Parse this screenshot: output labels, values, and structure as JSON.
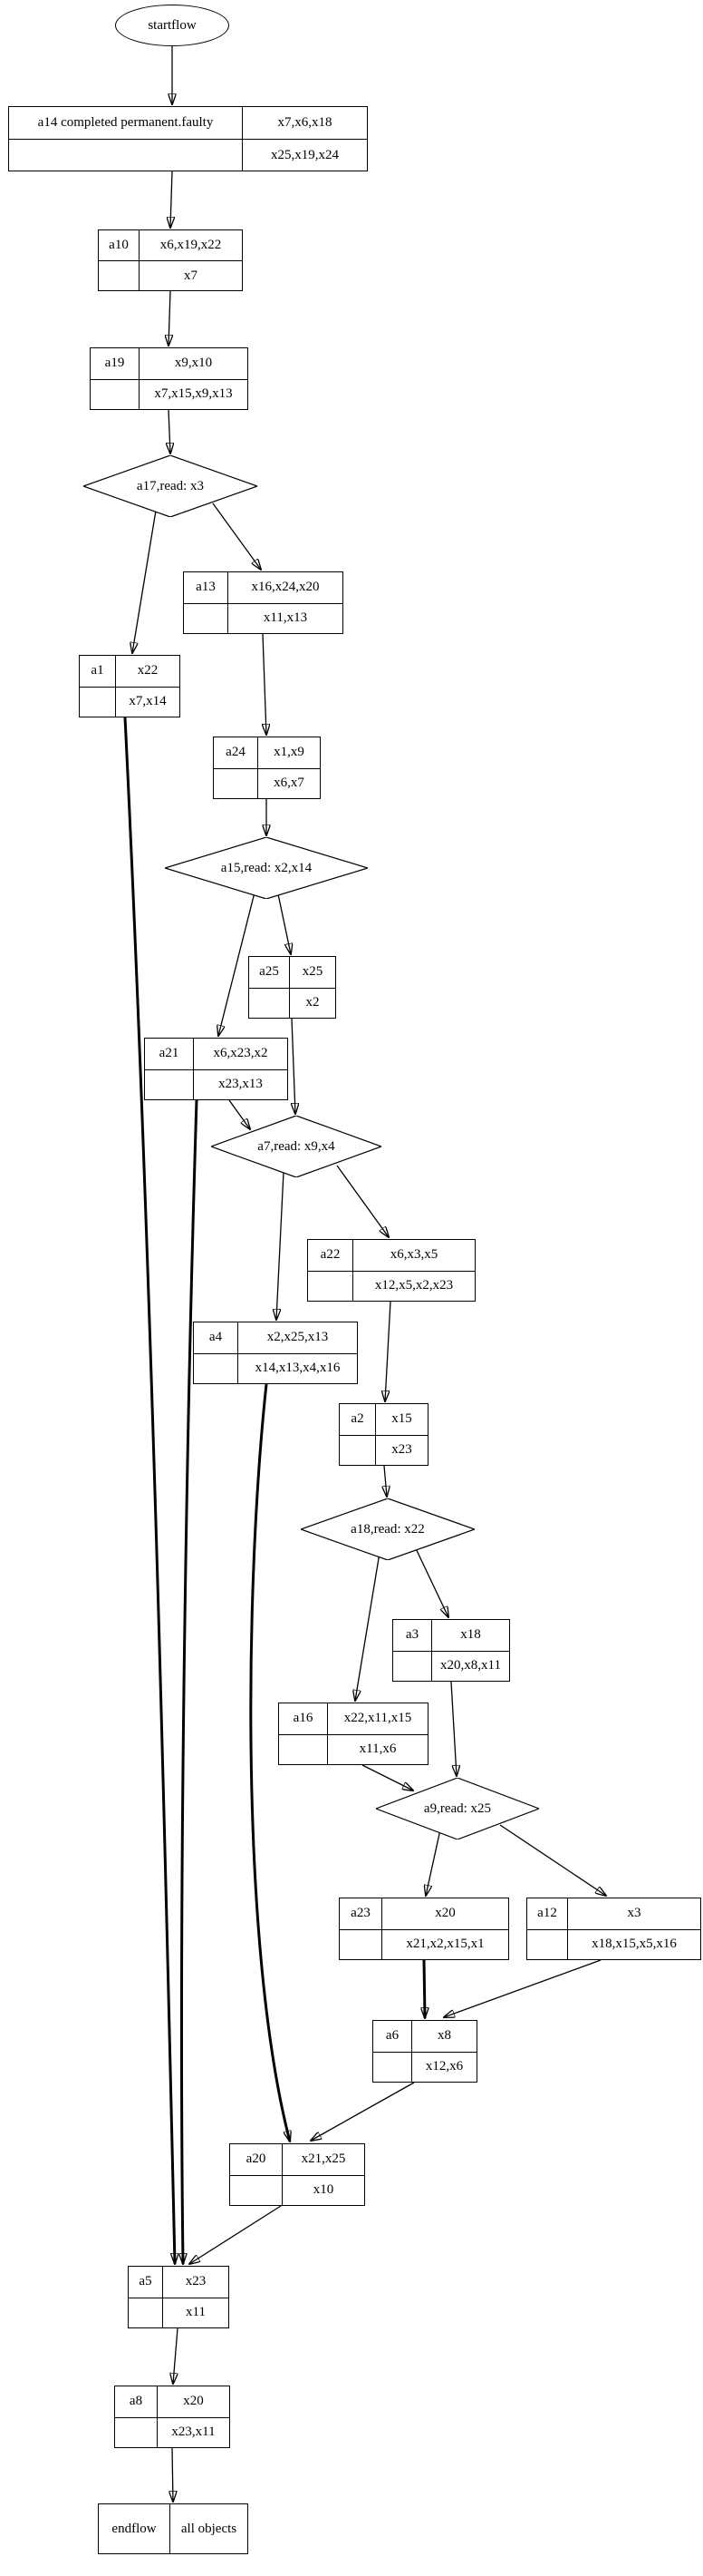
{
  "nodes": {
    "startflow": {
      "label": "startflow"
    },
    "a14": {
      "id": "a14 completed permanent.faulty",
      "top": "x7,x6,x18",
      "bottom": "x25,x19,x24"
    },
    "a10": {
      "id": "a10",
      "top": "x6,x19,x22",
      "bottom": "x7"
    },
    "a19": {
      "id": "a19",
      "top": "x9,x10",
      "bottom": "x7,x15,x9,x13"
    },
    "a13": {
      "id": "a13",
      "top": "x16,x24,x20",
      "bottom": "x11,x13"
    },
    "a1": {
      "id": "a1",
      "top": "x22",
      "bottom": "x7,x14"
    },
    "a24": {
      "id": "a24",
      "top": "x1,x9",
      "bottom": "x6,x7"
    },
    "a25": {
      "id": "a25",
      "top": "x25",
      "bottom": "x2"
    },
    "a21": {
      "id": "a21",
      "top": "x6,x23,x2",
      "bottom": "x23,x13"
    },
    "a22": {
      "id": "a22",
      "top": "x6,x3,x5",
      "bottom": "x12,x5,x2,x23"
    },
    "a4": {
      "id": "a4",
      "top": "x2,x25,x13",
      "bottom": "x14,x13,x4,x16"
    },
    "a2": {
      "id": "a2",
      "top": "x15",
      "bottom": "x23"
    },
    "a3": {
      "id": "a3",
      "top": "x18",
      "bottom": "x20,x8,x11"
    },
    "a16": {
      "id": "a16",
      "top": "x22,x11,x15",
      "bottom": "x11,x6"
    },
    "a23": {
      "id": "a23",
      "top": "x20",
      "bottom": "x21,x2,x15,x1"
    },
    "a12": {
      "id": "a12",
      "top": "x3",
      "bottom": "x18,x15,x5,x16"
    },
    "a6": {
      "id": "a6",
      "top": "x8",
      "bottom": "x12,x6"
    },
    "a20": {
      "id": "a20",
      "top": "x21,x25",
      "bottom": "x10"
    },
    "a5": {
      "id": "a5",
      "top": "x23",
      "bottom": "x11"
    },
    "a8": {
      "id": "a8",
      "top": "x20",
      "bottom": "x23,x11"
    },
    "endflow": {
      "id": "endflow",
      "value": "all objects"
    }
  },
  "diamonds": {
    "a17": {
      "label": "a17,read: x3"
    },
    "a15": {
      "label": "a15,read: x2,x14"
    },
    "a7": {
      "label": "a7,read: x9,x4"
    },
    "a18": {
      "label": "a18,read: x22"
    },
    "a9": {
      "label": "a9,read: x25"
    }
  },
  "edges": [
    {
      "from": "startflow",
      "to": "a14"
    },
    {
      "from": "a14",
      "to": "a10"
    },
    {
      "from": "a10",
      "to": "a19"
    },
    {
      "from": "a19",
      "to": "a17"
    },
    {
      "from": "a17",
      "to": "a13"
    },
    {
      "from": "a17",
      "to": "a1"
    },
    {
      "from": "a13",
      "to": "a24"
    },
    {
      "from": "a24",
      "to": "a15"
    },
    {
      "from": "a15",
      "to": "a25"
    },
    {
      "from": "a15",
      "to": "a21"
    },
    {
      "from": "a25",
      "to": "a7"
    },
    {
      "from": "a21",
      "to": "a7"
    },
    {
      "from": "a21",
      "to": "a5",
      "bold": true
    },
    {
      "from": "a1",
      "to": "a5",
      "bold": true
    },
    {
      "from": "a7",
      "to": "a22"
    },
    {
      "from": "a7",
      "to": "a4"
    },
    {
      "from": "a22",
      "to": "a2"
    },
    {
      "from": "a2",
      "to": "a18"
    },
    {
      "from": "a4",
      "to": "a20",
      "bold": true
    },
    {
      "from": "a18",
      "to": "a3"
    },
    {
      "from": "a18",
      "to": "a16"
    },
    {
      "from": "a3",
      "to": "a9"
    },
    {
      "from": "a16",
      "to": "a9"
    },
    {
      "from": "a9",
      "to": "a23"
    },
    {
      "from": "a9",
      "to": "a12"
    },
    {
      "from": "a23",
      "to": "a6",
      "bold": true
    },
    {
      "from": "a12",
      "to": "a6"
    },
    {
      "from": "a6",
      "to": "a20"
    },
    {
      "from": "a20",
      "to": "a5"
    },
    {
      "from": "a5",
      "to": "a8"
    },
    {
      "from": "a8",
      "to": "endflow"
    }
  ]
}
